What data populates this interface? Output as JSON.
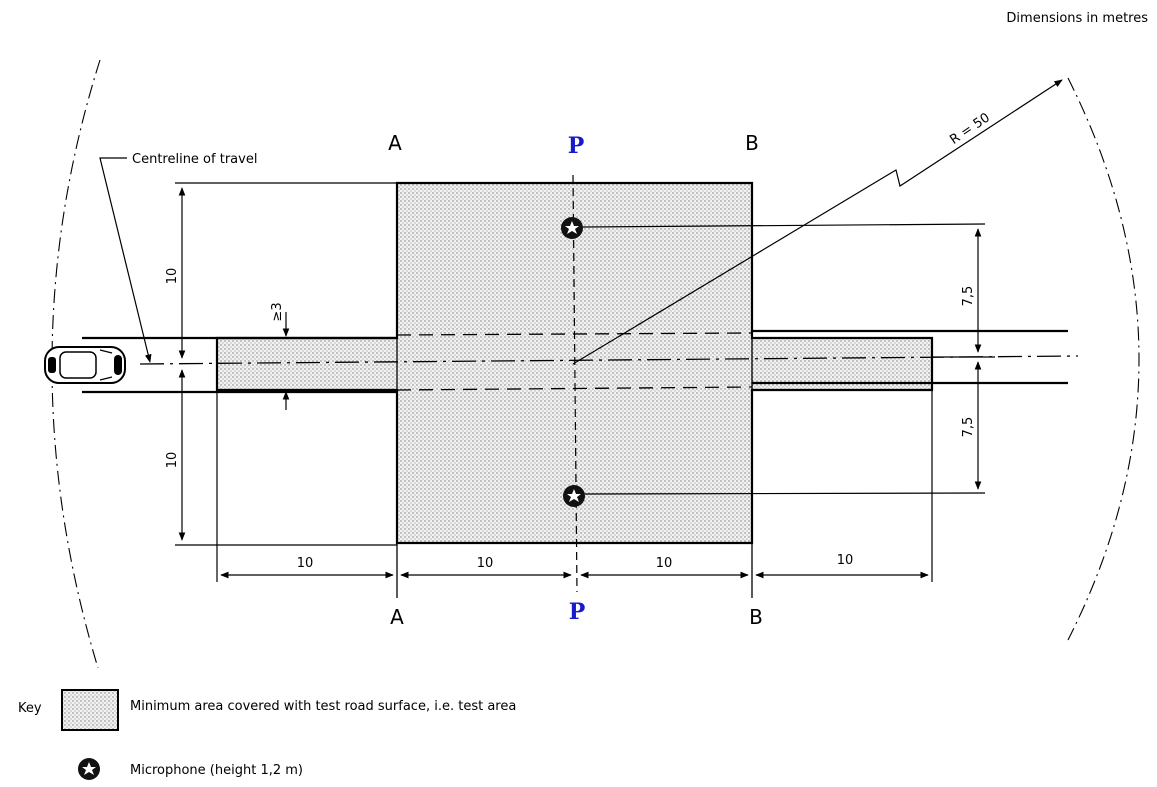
{
  "header": {
    "units_note": "Dimensions in metres"
  },
  "labels": {
    "centreline": "Centreline of travel",
    "line_a": "A",
    "line_b": "B",
    "line_p": "P",
    "radius": "R = 50"
  },
  "dimensions": {
    "upper_left": "10",
    "lower_left": "10",
    "min_width": "≥3",
    "upper_right": "7,5",
    "lower_right": "7,5",
    "bottom_1": "10",
    "bottom_2": "10",
    "bottom_3": "10",
    "bottom_4": "10"
  },
  "key": {
    "title": "Key",
    "area": "Minimum area covered with test road surface, i.e. test area",
    "microphone": "Microphone (height 1,2 m)"
  },
  "colors": {
    "p_label": "#1a1acc",
    "stipple": "#dcdcdc"
  }
}
